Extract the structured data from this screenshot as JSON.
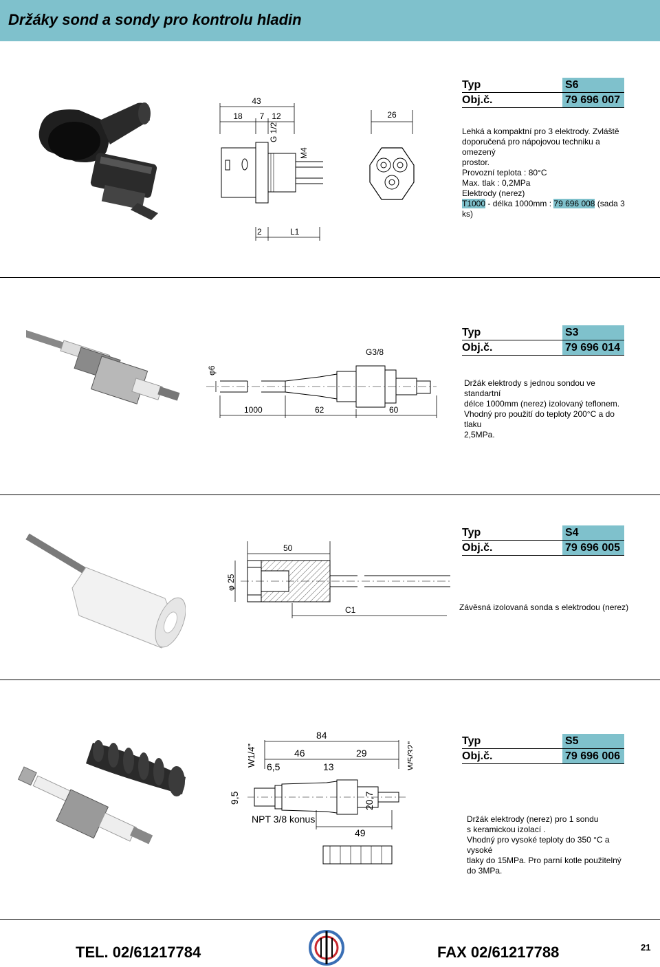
{
  "title": "Držáky sond a sondy pro kontrolu hladin",
  "labels": {
    "typ": "Typ",
    "obj": "Obj.č."
  },
  "sections": [
    {
      "typ": "S6",
      "obj": "79 696 007",
      "desc_lines": [
        "Lehká a kompaktní pro 3 elektrody. Zvláště",
        "doporučená pro nápojovou techniku a omezený",
        "prostor.",
        "Provozní teplota : 80°C",
        "Max. tlak : 0,2MPa",
        "Elektrody (nerez)"
      ],
      "electrode_code": "T1000",
      "electrode_mid": " - délka 1000mm : ",
      "electrode_num": "79 696 008",
      "electrode_set": " (sada 3 ks)",
      "dims": {
        "d43": "43",
        "d18": "18",
        "d7": "7",
        "d12": "12",
        "d26": "26",
        "thread": "G 1/2",
        "m4": "M4",
        "d2": "2",
        "l1": "L1"
      }
    },
    {
      "typ": "S3",
      "obj": "79 696 014",
      "desc_lines": [
        "Držák elektrody s jednou sondou ve standartní",
        "délce 1000mm (nerez) izolovaný teflonem.",
        "Vhodný pro použití do teploty 200°C a do tlaku",
        "2,5MPa."
      ],
      "dims": {
        "thread": "G3/8",
        "phi": "φ6",
        "d1000": "1000",
        "d62": "62",
        "d60": "60"
      }
    },
    {
      "typ": "S4",
      "obj": "79 696 005",
      "desc_lines": [
        "Závěsná izolovaná sonda s elektrodou (nerez)"
      ],
      "dims": {
        "d50": "50",
        "phi25": "φ 25",
        "c1": "C1"
      }
    },
    {
      "typ": "S5",
      "obj": "79 696 006",
      "desc_lines": [
        "Držák elektrody (nerez) pro 1 sondu",
        "s keramickou izolací .",
        "Vhodný pro vysoké teploty do 350 °C a vysoké",
        "tlaky do 15MPa. Pro parní kotle použitelný",
        "do 3MPa."
      ],
      "dims": {
        "d84": "84",
        "d46": "46",
        "d29": "29",
        "d65": "6,5",
        "d13": "13",
        "w14": "W1/4\"",
        "w532": "W5/32\"",
        "d95": "9,5",
        "d207": "20,7",
        "npt": "NPT 3/8 konus",
        "d49": "49"
      }
    }
  ],
  "footer": {
    "tel": "TEL. 02/61217784",
    "fax": "FAX 02/61217788",
    "page": "21"
  },
  "colors": {
    "accent": "#7fc1cc"
  }
}
